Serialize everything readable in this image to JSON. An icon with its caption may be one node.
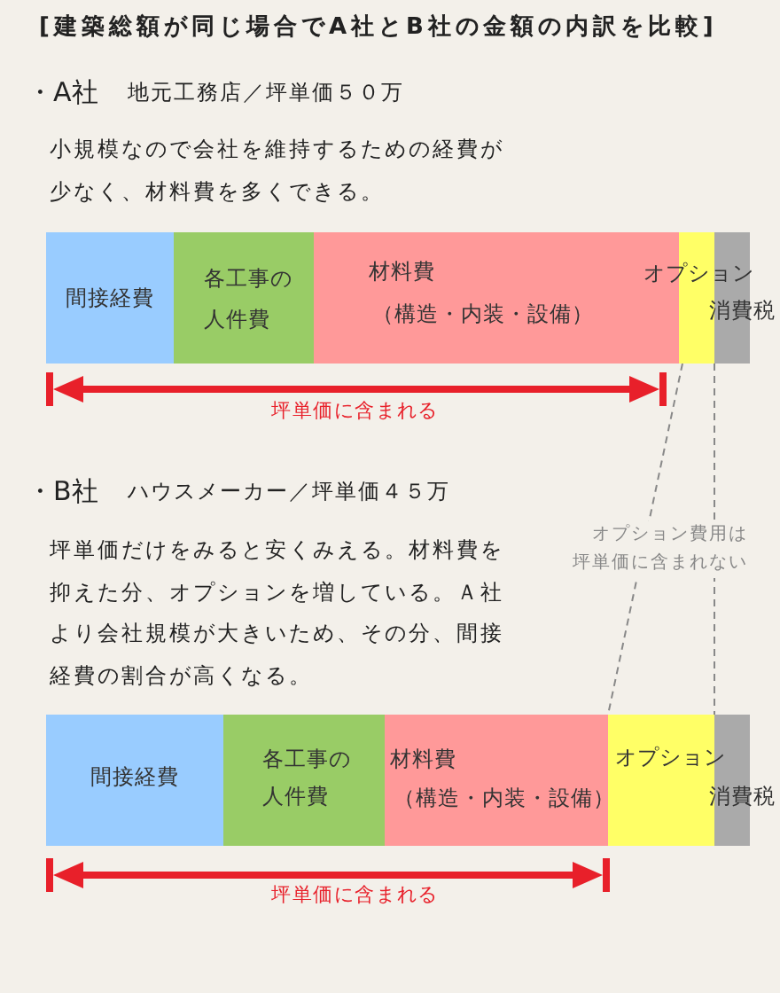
{
  "diagram": {
    "title": "[建築総額が同じ場合でA社とB社の金額の内訳を比較]",
    "nodes": [
      {
        "text": [
          "間接経費"
        ]
      },
      {
        "text": [
          "各工事の人件費"
        ]
      },
      {
        "text": [
          "材料費",
          "（構造・内装・設備）"
        ]
      },
      {
        "text": [
          "オプション"
        ]
      },
      {
        "text": [
          "消費税"
        ]
      },
      {
        "text": [],
        "shape": "arrow",
        "beside": [
          "坪単価に含まれる"
        ]
      },
      {
        "text": [
          "間接経費"
        ]
      },
      {
        "text": [
          "各工事の人件費"
        ]
      },
      {
        "text": [
          "材料費",
          "（構造・内装・設備）"
        ]
      },
      {
        "text": [
          "オプション"
        ]
      },
      {
        "text": [
          "消費税"
        ]
      },
      {
        "text": [],
        "shape": "arrow",
        "beside": [
          "坪単価に含まれる"
        ]
      }
    ],
    "edges": [
      {
        "from": 3,
        "to": 9,
        "arrow": "none",
        "style": "dashed"
      },
      {
        "from": 3,
        "to": 9,
        "arrow": "none",
        "style": "dashed"
      }
    ],
    "labels": [
      "・A社",
      "地元工務店／坪単価５０万",
      "小規模なので会社を維持するための経費が少なく、材料費を多くできる。",
      "・B社",
      "ハウスメーカー／坪単価４５万",
      "坪単価だけをみると安くみえる。材料費を抑えた分、オプションを増している。Ａ社より会社規模が大きいため、その分、間接経費の割合が高くなる。",
      "オプション費用は坪単価に含まれない"
    ]
  }
}
